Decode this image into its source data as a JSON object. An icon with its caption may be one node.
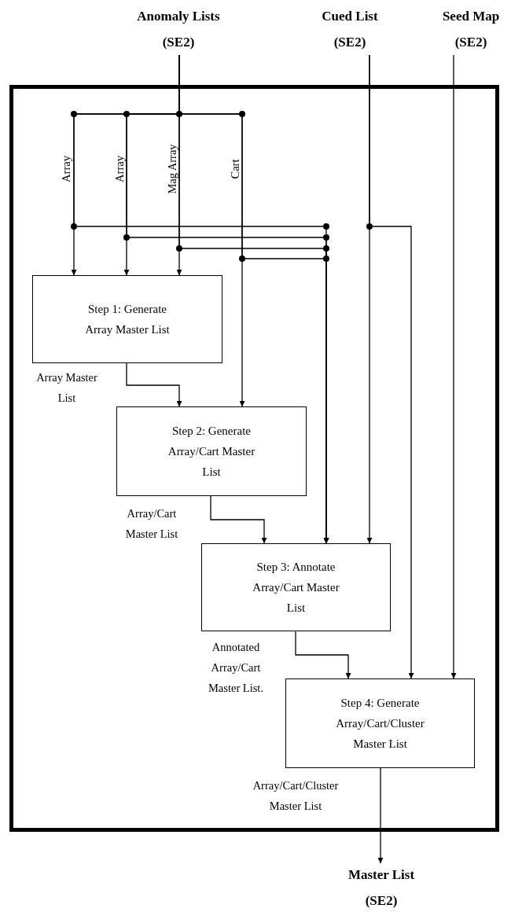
{
  "diagram": {
    "nodes": [
      {
        "text": [
          "Anomaly Lists (SE2)"
        ]
      },
      {
        "text": [
          "Cued List (SE2)"
        ]
      },
      {
        "text": [
          "Seed Map (SE2)"
        ]
      },
      {
        "text": [],
        "shape": "box"
      },
      {
        "text": [
          "Step 1: Generate Array Master List"
        ],
        "in": 3
      },
      {
        "text": [
          "Step 2: Generate Array/Cart Master List"
        ],
        "in": 3
      },
      {
        "text": [
          "Step 3: Annotate Array/Cart Master List"
        ],
        "in": 3
      },
      {
        "text": [
          "Step 4: Generate Array/Cart/Cluster Master List"
        ],
        "in": 3
      },
      {
        "text": [
          "Master List (SE2)"
        ]
      }
    ],
    "edges": [
      {
        "from": 0,
        "to": 4,
        "arrow": "to",
        "label": "Array"
      },
      {
        "from": 0,
        "to": 4,
        "arrow": "to",
        "label": "Array"
      },
      {
        "from": 0,
        "to": 4,
        "arrow": "to",
        "label": "Mag Array"
      },
      {
        "from": 0,
        "to": 5,
        "arrow": "to",
        "label": "Cart"
      },
      {
        "from": 0,
        "to": 6,
        "arrow": "to"
      },
      {
        "from": 0,
        "to": 6,
        "arrow": "to"
      },
      {
        "from": 0,
        "to": 6,
        "arrow": "to"
      },
      {
        "from": 0,
        "to": 6,
        "arrow": "to"
      },
      {
        "from": 1,
        "to": 6,
        "arrow": "to"
      },
      {
        "from": 1,
        "to": 7,
        "arrow": "to"
      },
      {
        "from": 2,
        "to": 7,
        "arrow": "to"
      },
      {
        "from": 4,
        "to": 5,
        "arrow": "to",
        "label": "Array Master List"
      },
      {
        "from": 5,
        "to": 6,
        "arrow": "to",
        "label": "Array/Cart Master List"
      },
      {
        "from": 6,
        "to": 7,
        "arrow": "to",
        "label": "Annotated Array/Cart Master List."
      },
      {
        "from": 7,
        "to": 8,
        "arrow": "to",
        "label": "Array/Cart/Cluster Master List"
      }
    ]
  }
}
